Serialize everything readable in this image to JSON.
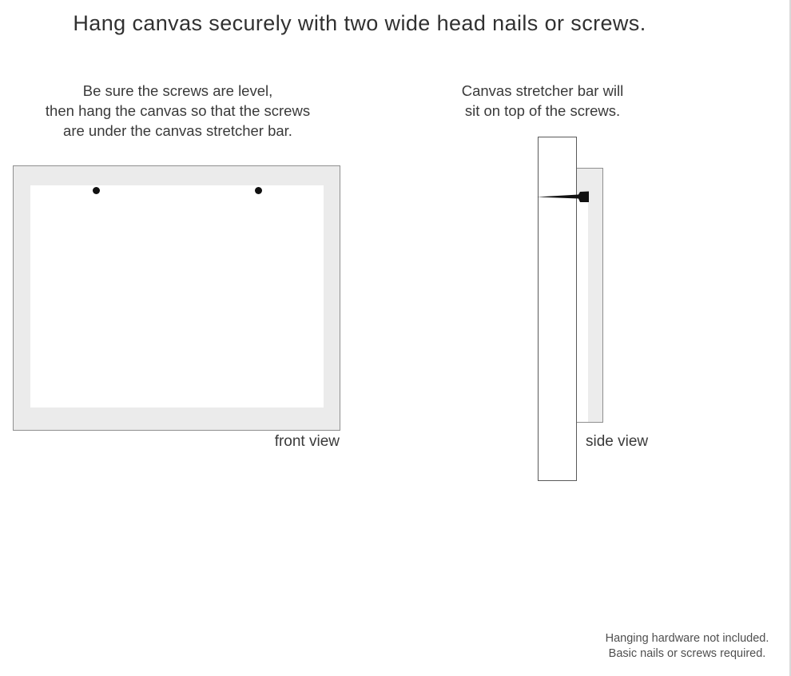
{
  "title": "Hang canvas securely with two wide head nails or screws.",
  "instructions": {
    "front": {
      "lines": [
        "Be sure the screws are level,",
        "then hang the canvas so that the screws",
        "are under the canvas stretcher bar."
      ]
    },
    "side": {
      "lines": [
        "Canvas stretcher bar will",
        "sit on top of the screws."
      ]
    }
  },
  "diagram_labels": {
    "front": "front view",
    "side": "side view"
  },
  "footnote": {
    "lines": [
      "Hanging hardware not included.",
      "Basic nails or screws required."
    ]
  },
  "icons": {
    "screw_left": "screw-dot",
    "screw_right": "screw-dot",
    "nail": "nail-side-profile"
  },
  "colors": {
    "background": "#ffffff",
    "text": "#343434",
    "note_text": "#4f4f4f",
    "canvas_frame_fill": "#ebebeb",
    "canvas_side_fill": "#ececec",
    "frame_border": "#8f8f8f",
    "wall_border": "#5a5a5a",
    "nail": "#111111",
    "page_edge_line": "#dadada"
  }
}
